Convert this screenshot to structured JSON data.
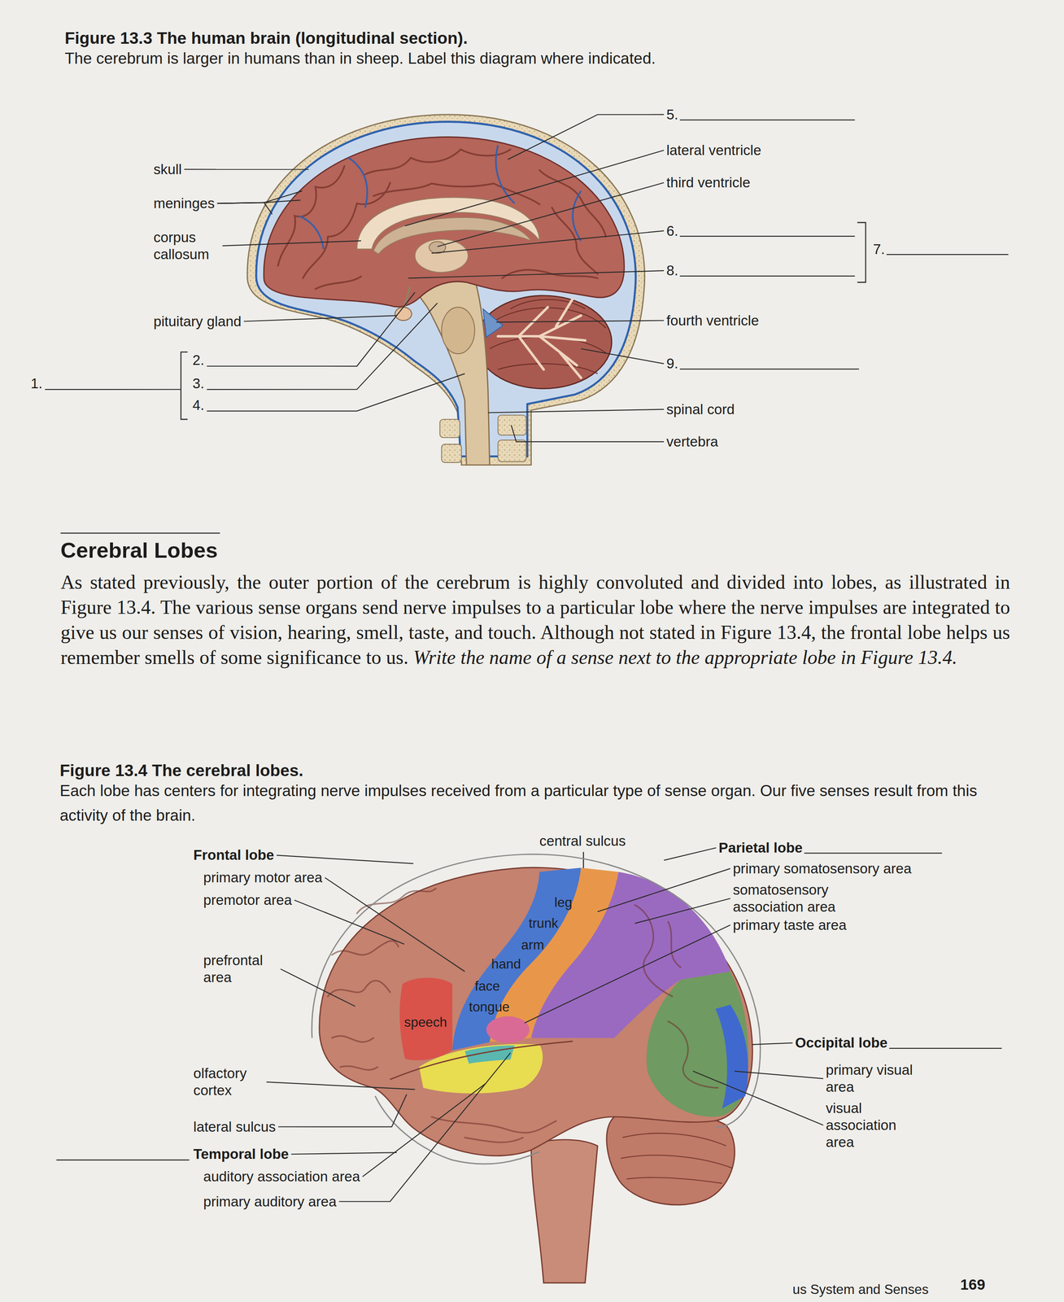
{
  "diagram": {
    "title": "Figure 13.3 The human brain (longitudinal section).",
    "caption": "The cerebrum is larger in humans than in sheep. Label this diagram where indicated.",
    "labels": [
      "skull",
      "meninges",
      "corpus callosum",
      "pituitary gland",
      "1.",
      "2.",
      "3.",
      "4.",
      "5.",
      "lateral ventricle",
      "third ventricle",
      "6.",
      "7.",
      "8.",
      "fourth ventricle",
      "9.",
      "spinal cord",
      "vertebra",
      "Cerebral Lobes",
      "As stated previously, the outer portion of the cerebrum is highly convoluted and divided into lobes, as illustrated in Figure 13.4. The various sense organs send nerve impulses to a particular lobe where the nerve impulses are integrated to give us our senses of vision, hearing, smell, taste, and touch. Although not stated in Figure 13.4, the frontal lobe helps us remember smells of some significance to us.",
      "Write the name of a sense next to the appropriate lobe in Figure 13.4.",
      "Figure 13.4 The cerebral lobes.",
      "Each lobe has centers for integrating nerve impulses received from a particular type of sense organ. Our five senses result from this activity of the brain.",
      "central sulcus",
      "Frontal lobe",
      "primary motor area",
      "premotor area",
      "prefrontal area",
      "olfactory cortex",
      "lateral sulcus",
      "Temporal lobe",
      "auditory association area",
      "primary auditory area",
      "Parietal lobe",
      "primary somatosensory area",
      "somatosensory association area",
      "primary taste area",
      "Occipital lobe",
      "primary visual area",
      "visual association area",
      "leg",
      "trunk",
      "arm",
      "hand",
      "face",
      "tongue",
      "speech",
      "us System and Senses",
      "169"
    ]
  }
}
